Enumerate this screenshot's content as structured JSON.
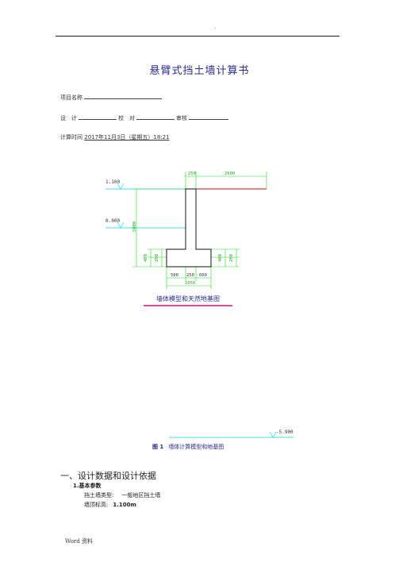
{
  "header": {
    "mark": "."
  },
  "document": {
    "title": "悬臂式挡土墙计算书"
  },
  "meta": {
    "project_name_label": "项目名称",
    "design_label": "设　计",
    "check_label": "校　对",
    "review_label": "审核",
    "calc_time_label": "计算时间",
    "calc_time_value": "2017年11月3日（星期五）18:21"
  },
  "figure": {
    "elevation_top": "1.100",
    "elevation_ground": "0.000",
    "elevation_bottom": "-5.900",
    "dims": {
      "stem_width": "250",
      "backfill_width": "2000",
      "wall_height": "5000",
      "toe_h1": "400",
      "toe_h2": "200",
      "heel_h1": "400",
      "heel_h2": "200",
      "toe_len": "500",
      "base_stem": "250",
      "heel_len": "600",
      "base_total": "1050"
    },
    "drawing_caption": "墙体模型和天然地基图",
    "caption_no": "图 1",
    "caption_text": "墙体计算模型和地基图"
  },
  "section1": {
    "title": "一、设计数据和设计依据",
    "sub_title": "1.基本参数",
    "params": [
      {
        "label": "挡土墙类型:",
        "value": "一般地区挡土墙"
      },
      {
        "label": "墙顶标高:",
        "value": "1.100m"
      }
    ]
  },
  "footer": {
    "text": "Word 资料"
  }
}
